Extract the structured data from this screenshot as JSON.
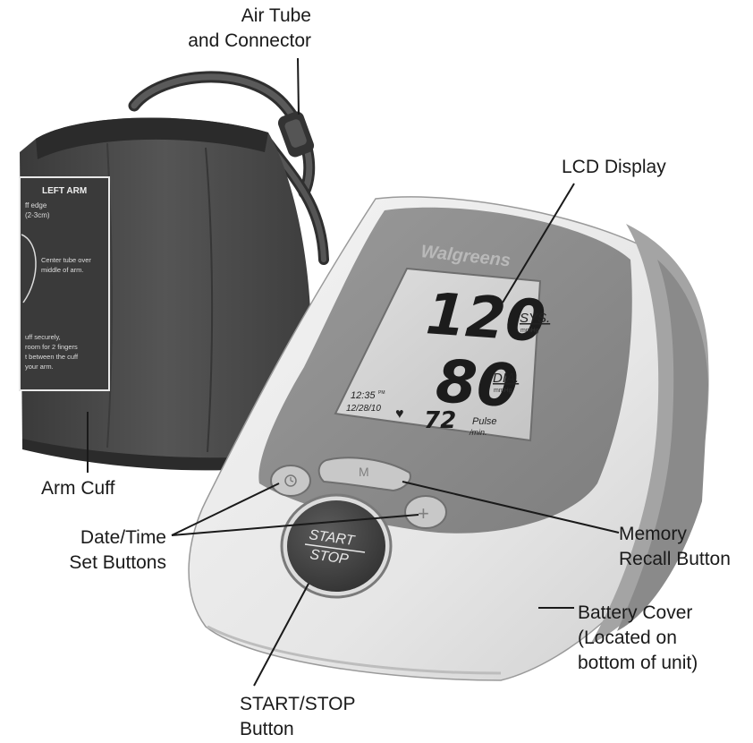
{
  "callouts": {
    "air_tube": [
      "Air Tube",
      "and Connector"
    ],
    "lcd_display": "LCD Display",
    "arm_cuff": "Arm Cuff",
    "date_time": [
      "Date/Time",
      "Set Buttons"
    ],
    "memory": [
      "Memory",
      "Recall Button"
    ],
    "battery": [
      "Battery Cover",
      "(Located on",
      "bottom of unit)"
    ],
    "start_stop": [
      "START/STOP",
      "Button"
    ]
  },
  "cuff_label": {
    "title": "LEFT ARM",
    "line1": "ff edge",
    "line2": "(2-3cm)",
    "line3": "Center tube over",
    "line4": "middle of arm.",
    "line5": "uff securely,",
    "line6": "room for 2 fingers",
    "line7": "t between the cuff",
    "line8": "your arm."
  },
  "device": {
    "brand": "Walgreens",
    "lcd": {
      "systolic": "120",
      "diastolic": "80",
      "pulse": "72",
      "time": "12:35",
      "time_suffix": "PM",
      "date": "12/28/10",
      "sys_label": "SYS.",
      "sys_unit": "mmHg",
      "dia_label": "DIA.",
      "dia_unit": "mmHg",
      "pulse_label": "Pulse",
      "pulse_unit": "/min."
    },
    "buttons": {
      "memory": "M",
      "plus": "+",
      "start": "START",
      "stop": "STOP"
    }
  },
  "colors": {
    "cuff": "#4a4a4a",
    "body_light": "#ececec",
    "body_panel": "#8f8f8f",
    "lcd_bg": "#d4d4d4",
    "start_button": "#444444"
  }
}
